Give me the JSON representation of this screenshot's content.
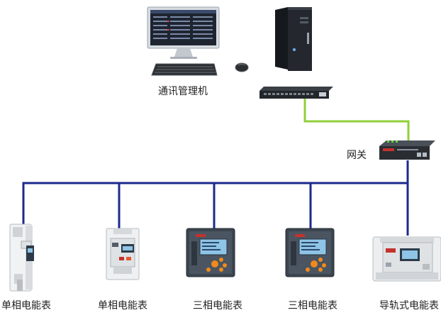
{
  "labels": {
    "manager": "通讯管理机",
    "gateway": "网关"
  },
  "devices": [
    {
      "label": "单相电能表"
    },
    {
      "label": "单相电能表"
    },
    {
      "label": "三相电能表"
    },
    {
      "label": "三相电能表"
    },
    {
      "label": "导轨式电能表"
    }
  ],
  "colors": {
    "bus_line": "#1b2a8c",
    "ethernet_line": "#8fd03a",
    "device_dark": "#3b4550",
    "lcd": "#8ec4e6",
    "key_orange": "#f08a1c"
  }
}
